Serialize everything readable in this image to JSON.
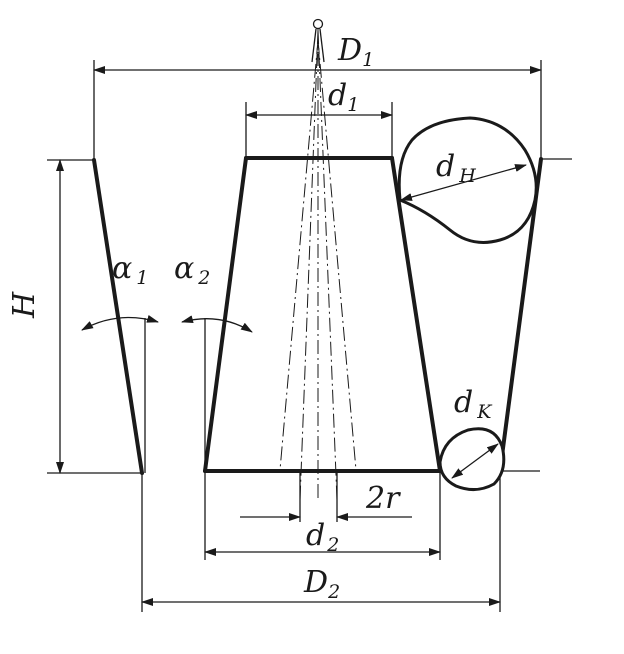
{
  "labels": {
    "D1": {
      "main": "D",
      "sub": "1"
    },
    "d1": {
      "main": "d",
      "sub": "1"
    },
    "dH": {
      "main": "d",
      "sub": "H"
    },
    "H": {
      "main": "H"
    },
    "alpha1": {
      "main": "α",
      "sub": "1"
    },
    "alpha2": {
      "main": "α",
      "sub": "2"
    },
    "dK": {
      "main": "d",
      "sub": "K"
    },
    "two_r": {
      "main": "2r"
    },
    "d2": {
      "main": "d",
      "sub": "2"
    },
    "D2": {
      "main": "D",
      "sub": "2"
    }
  }
}
